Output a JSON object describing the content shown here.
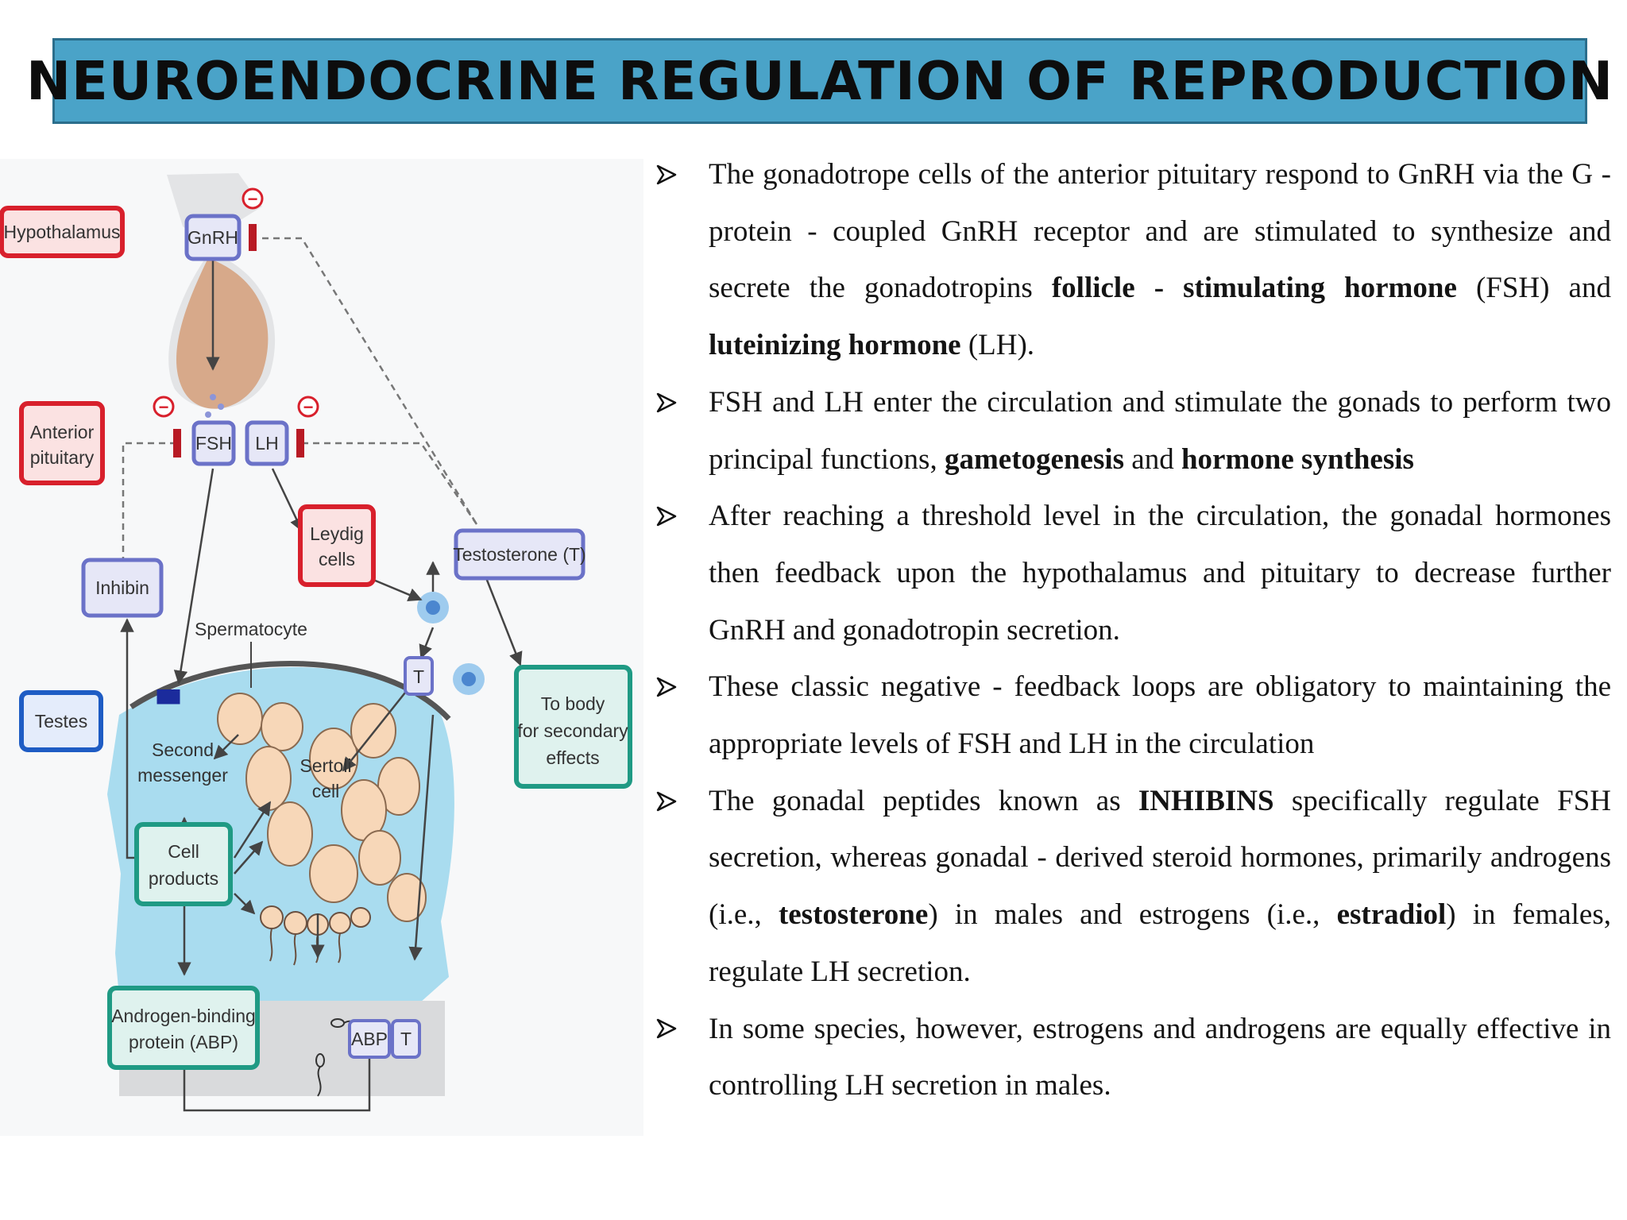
{
  "slide": {
    "title": "NEUROENDOCRINE REGULATION OF REPRODUCTION"
  },
  "diagram": {
    "side_labels": {
      "hypothalamus": "Hypothalamus",
      "anterior_pituitary_line1": "Anterior",
      "anterior_pituitary_line2": "pituitary",
      "testes": "Testes"
    },
    "hormones": {
      "gnrh": "GnRH",
      "fsh": "FSH",
      "lh": "LH",
      "inhibin": "Inhibin",
      "testosterone": "Testosterone (T)",
      "t_marker": "T",
      "abp": "ABP"
    },
    "cells": {
      "leydig_line1": "Leydig",
      "leydig_line2": "cells",
      "spermatocyte": "Spermatocyte",
      "second_messenger_line1": "Second",
      "second_messenger_line2": "messenger",
      "sertoli_line1": "Sertoli",
      "sertoli_line2": "cell",
      "cell_products_line1": "Cell",
      "cell_products_line2": "products",
      "abp_protein_line1": "Androgen-binding",
      "abp_protein_line2": "protein (ABP)",
      "body_effects_line1": "To body",
      "body_effects_line2": "for secondary",
      "body_effects_line3": "effects"
    },
    "inhibition_symbol": "−",
    "colors": {
      "red_box": "#d8202c",
      "blue_box": "#6b72c8",
      "teal_box": "#1f9a84",
      "testes_box": "#1e5cc4",
      "pituitary": "#d7a98a",
      "tubule": "#a9dcef",
      "cell": "#f7d7b8"
    }
  },
  "bullets": [
    {
      "segments": [
        {
          "text": "The gonadotrope cells of the anterior pituitary respond to GnRH via the G - protein - coupled GnRH receptor and are stimulated to synthesize and secrete the gonadotropins ",
          "bold": false
        },
        {
          "text": "follicle - stimulating hormone",
          "bold": true
        },
        {
          "text": " (FSH) and ",
          "bold": false
        },
        {
          "text": "luteinizing hormone",
          "bold": true
        },
        {
          "text": " (LH).",
          "bold": false
        }
      ]
    },
    {
      "segments": [
        {
          "text": "FSH and LH enter the circulation and stimulate the gonads to perform two principal functions, ",
          "bold": false
        },
        {
          "text": "gametogenesis",
          "bold": true
        },
        {
          "text": " and ",
          "bold": false
        },
        {
          "text": "hormone synthesis",
          "bold": true
        }
      ]
    },
    {
      "segments": [
        {
          "text": "After reaching a threshold level in the circulation, the gonadal hormones then feedback upon the hypothalamus and pituitary to decrease further GnRH and gonadotropin secretion.",
          "bold": false
        }
      ]
    },
    {
      "segments": [
        {
          "text": "These classic negative - feedback loops are obligatory to maintaining the appropriate levels of FSH and LH in the circulation",
          "bold": false
        }
      ]
    },
    {
      "segments": [
        {
          "text": "The gonadal peptides known as ",
          "bold": false
        },
        {
          "text": "INHIBINS",
          "bold": true
        },
        {
          "text": " specifically regulate FSH secretion, whereas gonadal - derived steroid hormones, primarily androgens (i.e., ",
          "bold": false
        },
        {
          "text": "testosterone",
          "bold": true
        },
        {
          "text": ") in males and estrogens (i.e., ",
          "bold": false
        },
        {
          "text": "estradiol",
          "bold": true
        },
        {
          "text": ") in females, regulate LH secretion.",
          "bold": false
        }
      ]
    },
    {
      "segments": [
        {
          "text": "In some species, however, estrogens and androgens are equally effective in controlling LH secretion in males.",
          "bold": false
        }
      ]
    }
  ]
}
